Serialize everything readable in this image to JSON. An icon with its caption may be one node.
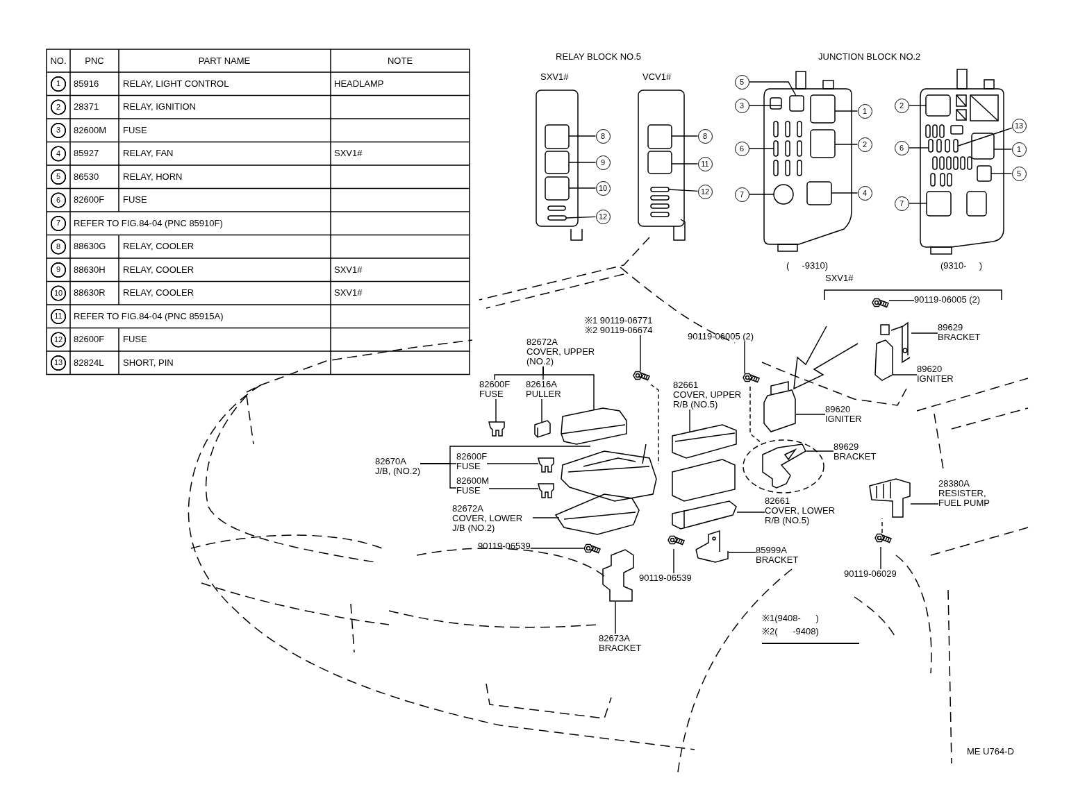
{
  "diagram": {
    "nodes": [
      {
        "text": [
          "SXV1#"
        ]
      },
      {
        "text": [
          "8"
        ]
      },
      {
        "text": [
          "9"
        ]
      },
      {
        "text": [
          "10"
        ]
      },
      {
        "text": [
          "12"
        ]
      },
      {
        "text": [
          "VCV1#"
        ]
      },
      {
        "text": [
          "8"
        ]
      },
      {
        "text": [
          "11"
        ]
      },
      {
        "text": [
          "12"
        ]
      },
      {
        "text": [
          "(     -9310)"
        ]
      },
      {
        "text": [
          "5"
        ]
      },
      {
        "text": [
          "3"
        ]
      },
      {
        "text": [
          "6"
        ]
      },
      {
        "text": [
          "7"
        ]
      },
      {
        "text": [
          "1"
        ]
      },
      {
        "text": [
          "2"
        ]
      },
      {
        "text": [
          "4"
        ]
      },
      {
        "text": [
          "(9310-     )"
        ]
      },
      {
        "text": [
          "2"
        ]
      },
      {
        "text": [
          "6"
        ]
      },
      {
        "text": [
          "7"
        ]
      },
      {
        "text": [
          "13"
        ]
      },
      {
        "text": [
          "1"
        ]
      },
      {
        "text": [
          "5"
        ]
      },
      {
        "text": [
          "※1 90119-06771",
          "※2 90119-06674"
        ]
      },
      {
        "text": [
          "82672A",
          "COVER, UPPER (NO.2)"
        ]
      },
      {
        "text": [
          "90119-06005 (2)"
        ]
      },
      {
        "text": [
          "82600F",
          "FUSE"
        ]
      },
      {
        "text": [
          "82616A",
          "PULLER"
        ]
      },
      {
        "text": [
          "82661",
          "COVER, UPPER R/B (NO.5)"
        ]
      },
      {
        "text": [
          "82670A",
          "J/B, (NO.2)"
        ]
      },
      {
        "text": [
          "82600F",
          "FUSE"
        ]
      },
      {
        "text": [
          "82600M",
          "FUSE"
        ]
      },
      {
        "text": [
          "82672A",
          "COVER, LOWER J/B (NO.2)"
        ]
      },
      {
        "text": [
          "90119-06539"
        ]
      },
      {
        "text": [
          "90119-06539"
        ]
      },
      {
        "text": [
          "85999A",
          "BRACKET"
        ]
      },
      {
        "text": [
          "82673A",
          "BRACKET"
        ]
      },
      {
        "text": [
          "82661",
          "COVER, LOWER R/B (NO.5)"
        ]
      },
      {
        "text": [
          "90119-06005 (2)"
        ]
      },
      {
        "text": [
          "89629",
          "BRACKET"
        ]
      },
      {
        "text": [
          "89620",
          "IGNITER"
        ]
      },
      {
        "text": [
          "89620",
          "IGNITER"
        ]
      },
      {
        "text": [
          "89629",
          "BRACKET"
        ]
      },
      {
        "text": [
          "28380A",
          "RESISTER, FUEL PUMP"
        ]
      },
      {
        "text": [
          "90119-06029"
        ]
      },
      {
        "text": [],
        "shape": "picture"
      },
      {
        "text": [],
        "shape": "picture"
      },
      {
        "text": [],
        "shape": "picture"
      },
      {
        "text": [],
        "shape": "picture"
      },
      {
        "text": [],
        "shape": "picture"
      },
      {
        "text": [],
        "shape": "picture"
      },
      {
        "text": [],
        "shape": "picture"
      },
      {
        "text": [],
        "shape": "picture"
      },
      {
        "text": [],
        "shape": "picture"
      },
      {
        "text": [],
        "shape": "picture"
      },
      {
        "text": [],
        "shape": "picture"
      },
      {
        "text": [],
        "shape": "picture"
      },
      {
        "text": [],
        "shape": "picture"
      },
      {
        "text": [],
        "shape": "picture"
      },
      {
        "text": [],
        "shape": "picture"
      },
      {
        "text": [],
        "shape": "picture"
      },
      {
        "text": [],
        "shape": "picture"
      },
      {
        "text": [],
        "shape": "picture"
      },
      {
        "text": [],
        "shape": "picture"
      },
      {
        "text": [],
        "shape": "picture"
      },
      {
        "text": [],
        "shape": "picture"
      },
      {
        "text": [],
        "shape": "picture"
      }
    ],
    "edges": [
      {
        "from": 1,
        "to": 0,
        "arrow": "none"
      },
      {
        "from": 2,
        "to": 0,
        "arrow": "none"
      },
      {
        "from": 3,
        "to": 0,
        "arrow": "none"
      },
      {
        "from": 4,
        "to": 0,
        "arrow": "none"
      },
      {
        "from": 6,
        "to": 5,
        "arrow": "none"
      },
      {
        "from": 7,
        "to": 5,
        "arrow": "none"
      },
      {
        "from": 8,
        "to": 5,
        "arrow": "none"
      },
      {
        "from": 10,
        "to": 9,
        "arrow": "none"
      },
      {
        "from": 11,
        "to": 9,
        "arrow": "none"
      },
      {
        "from": 12,
        "to": 9,
        "arrow": "none"
      },
      {
        "from": 13,
        "to": 9,
        "arrow": "none"
      },
      {
        "from": 14,
        "to": 9,
        "arrow": "none"
      },
      {
        "from": 15,
        "to": 9,
        "arrow": "none"
      },
      {
        "from": 16,
        "to": 9,
        "arrow": "none"
      },
      {
        "from": 18,
        "to": 17,
        "arrow": "none"
      },
      {
        "from": 19,
        "to": 17,
        "arrow": "none"
      },
      {
        "from": 20,
        "to": 17,
        "arrow": "none"
      },
      {
        "from": 21,
        "to": 17,
        "arrow": "none"
      },
      {
        "from": 22,
        "to": 17,
        "arrow": "none"
      },
      {
        "from": 23,
        "to": 17,
        "arrow": "none"
      },
      {
        "from": 24,
        "to": 49,
        "arrow": "none"
      },
      {
        "from": 25,
        "to": 52,
        "arrow": "none"
      },
      {
        "from": 25,
        "to": 27,
        "arrow": "none"
      },
      {
        "from": 25,
        "to": 28,
        "arrow": "none"
      },
      {
        "from": 26,
        "to": 50,
        "arrow": "none"
      },
      {
        "from": 27,
        "to": 54,
        "arrow": "none"
      },
      {
        "from": 28,
        "to": 53,
        "arrow": "none"
      },
      {
        "from": 29,
        "to": 55,
        "arrow": "none"
      },
      {
        "from": 30,
        "to": 57,
        "arrow": "none"
      },
      {
        "from": 30,
        "to": 31,
        "arrow": "none"
      },
      {
        "from": 30,
        "to": 32,
        "arrow": "none"
      },
      {
        "from": 31,
        "to": 58,
        "arrow": "none"
      },
      {
        "from": 32,
        "to": 59,
        "arrow": "none"
      },
      {
        "from": 33,
        "to": 61,
        "arrow": "none"
      },
      {
        "from": 34,
        "to": 65,
        "arrow": "none"
      },
      {
        "from": 35,
        "to": 64,
        "arrow": "none"
      },
      {
        "from": 36,
        "to": 66,
        "arrow": "none"
      },
      {
        "from": 37,
        "to": 67,
        "arrow": "none"
      },
      {
        "from": 38,
        "to": 62,
        "arrow": "none"
      },
      {
        "from": 39,
        "to": 46,
        "arrow": "none"
      },
      {
        "from": 40,
        "to": 47,
        "arrow": "none"
      },
      {
        "from": 41,
        "to": 48,
        "arrow": "none"
      },
      {
        "from": 42,
        "to": 51,
        "arrow": "none"
      },
      {
        "from": 43,
        "to": 56,
        "arrow": "none"
      },
      {
        "from": 44,
        "to": 60,
        "arrow": "none"
      },
      {
        "from": 45,
        "to": 63,
        "arrow": "none"
      },
      {
        "from": 49,
        "to": 57,
        "arrow": "none",
        "style": "dashed"
      },
      {
        "from": 50,
        "to": 56,
        "arrow": "none",
        "style": "dashed"
      },
      {
        "from": 63,
        "to": 60,
        "arrow": "none",
        "style": "dashed"
      }
    ],
    "labels": [
      "NO.",
      "PNC",
      "PART NAME",
      "NOTE",
      "1",
      "85916",
      "RELAY, LIGHT CONTROL",
      "HEADLAMP",
      "2",
      "28371",
      "RELAY, IGNITION",
      "3",
      "82600M",
      "FUSE",
      "4",
      "85927",
      "RELAY, FAN",
      "SXV1#",
      "5",
      "86530",
      "RELAY, HORN",
      "6",
      "82600F",
      "FUSE",
      "7",
      "REFER TO FIG.84-04 (PNC 85910F)",
      "8",
      "88630G",
      "RELAY, COOLER",
      "9",
      "88630H",
      "RELAY, COOLER",
      "SXV1#",
      "10",
      "88630R",
      "RELAY, COOLER",
      "SXV1#",
      "11",
      "REFER TO FIG.84-04 (PNC 85915A)",
      "12",
      "82600F",
      "FUSE",
      "13",
      "82824L",
      "SHORT, PIN",
      "RELAY BLOCK NO.5",
      "JUNCTION BLOCK NO.2",
      "SXV1#",
      "※1(9408-      )",
      "※2(      -9408)",
      "ME U764-D"
    ]
  }
}
